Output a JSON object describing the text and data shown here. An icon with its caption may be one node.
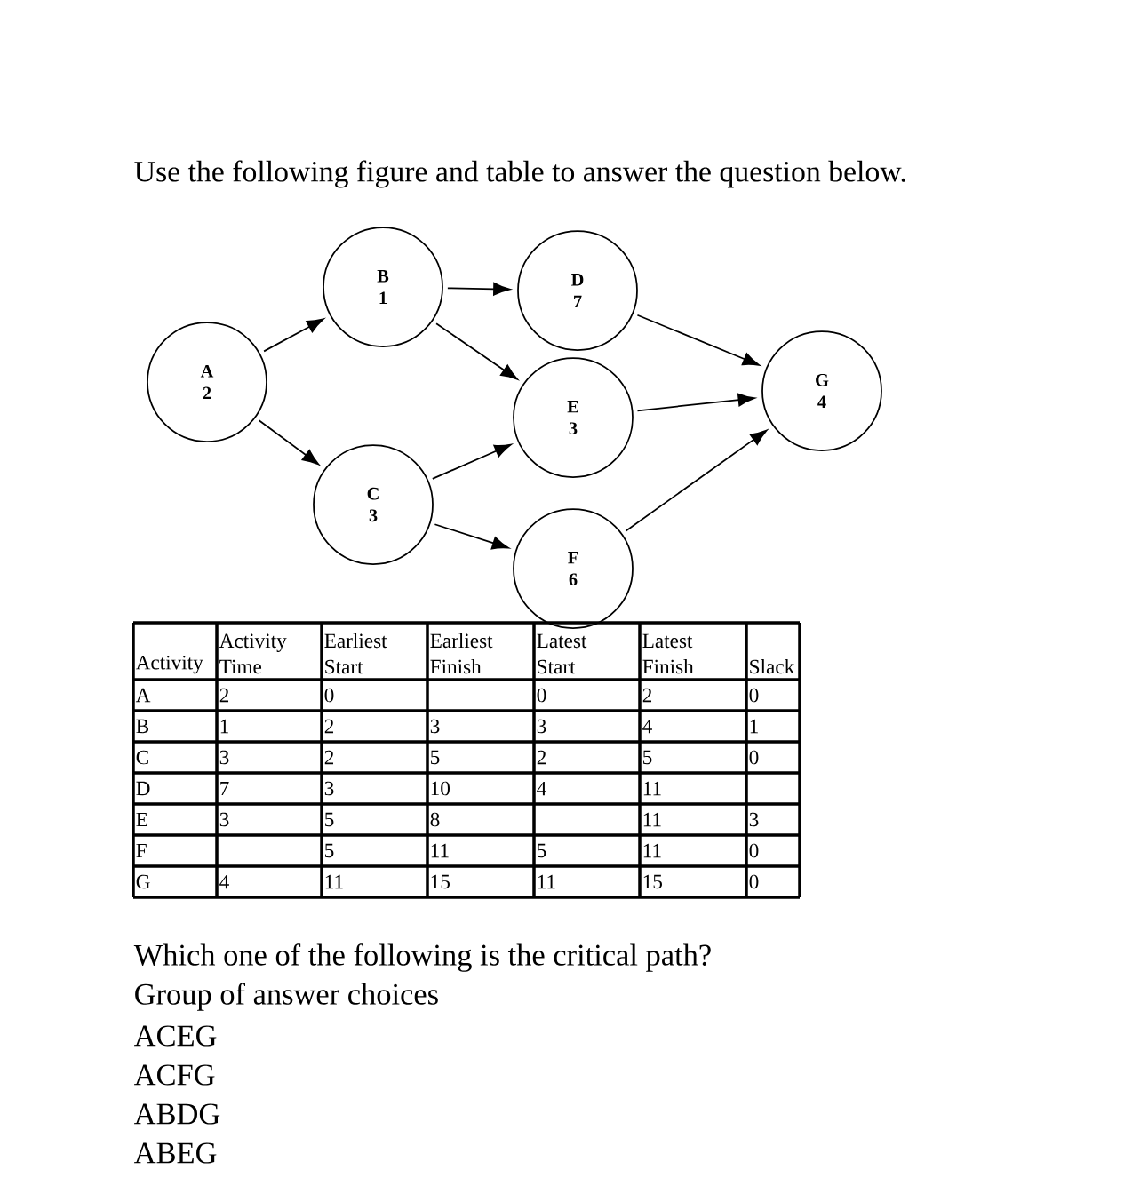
{
  "diagram": {
    "title": "Use the following figure and table to answer the question below.",
    "nodes": [
      {
        "text": [
          "A",
          "2"
        ]
      },
      {
        "text": [
          "B",
          "1"
        ]
      },
      {
        "text": [
          "C",
          "3"
        ]
      },
      {
        "text": [
          "D",
          "7"
        ]
      },
      {
        "text": [
          "E",
          "3"
        ]
      },
      {
        "text": [
          "F",
          "6"
        ]
      },
      {
        "text": [
          "G",
          "4"
        ]
      }
    ],
    "edges": [
      {
        "from": 0,
        "to": 1,
        "arrow": "to"
      },
      {
        "from": 0,
        "to": 2,
        "arrow": "to"
      },
      {
        "from": 1,
        "to": 3,
        "arrow": "to"
      },
      {
        "from": 1,
        "to": 4,
        "arrow": "to"
      },
      {
        "from": 2,
        "to": 4,
        "arrow": "to"
      },
      {
        "from": 2,
        "to": 5,
        "arrow": "to"
      },
      {
        "from": 3,
        "to": 6,
        "arrow": "to"
      },
      {
        "from": 4,
        "to": 6,
        "arrow": "to"
      },
      {
        "from": 5,
        "to": 6,
        "arrow": "to"
      }
    ],
    "labels": [
      "Activity",
      "Activity Time",
      "Earliest Start",
      "Earliest Finish",
      "Latest Start",
      "Latest Finish",
      "Slack",
      "A",
      "2",
      "0",
      "0",
      "2",
      "0",
      "B",
      "1",
      "2",
      "3",
      "3",
      "4",
      "1",
      "C",
      "3",
      "2",
      "5",
      "2",
      "5",
      "0",
      "D",
      "7",
      "3",
      "10",
      "4",
      "11",
      "E",
      "3",
      "5",
      "8",
      "11",
      "3",
      "F",
      "5",
      "11",
      "5",
      "11",
      "0",
      "G",
      "4",
      "11",
      "15",
      "11",
      "15",
      "0",
      "Which one of the following is the critical path?",
      "Group of answer choices",
      "ACEG",
      "ACFG",
      "ABDG",
      "ABEG"
    ]
  }
}
